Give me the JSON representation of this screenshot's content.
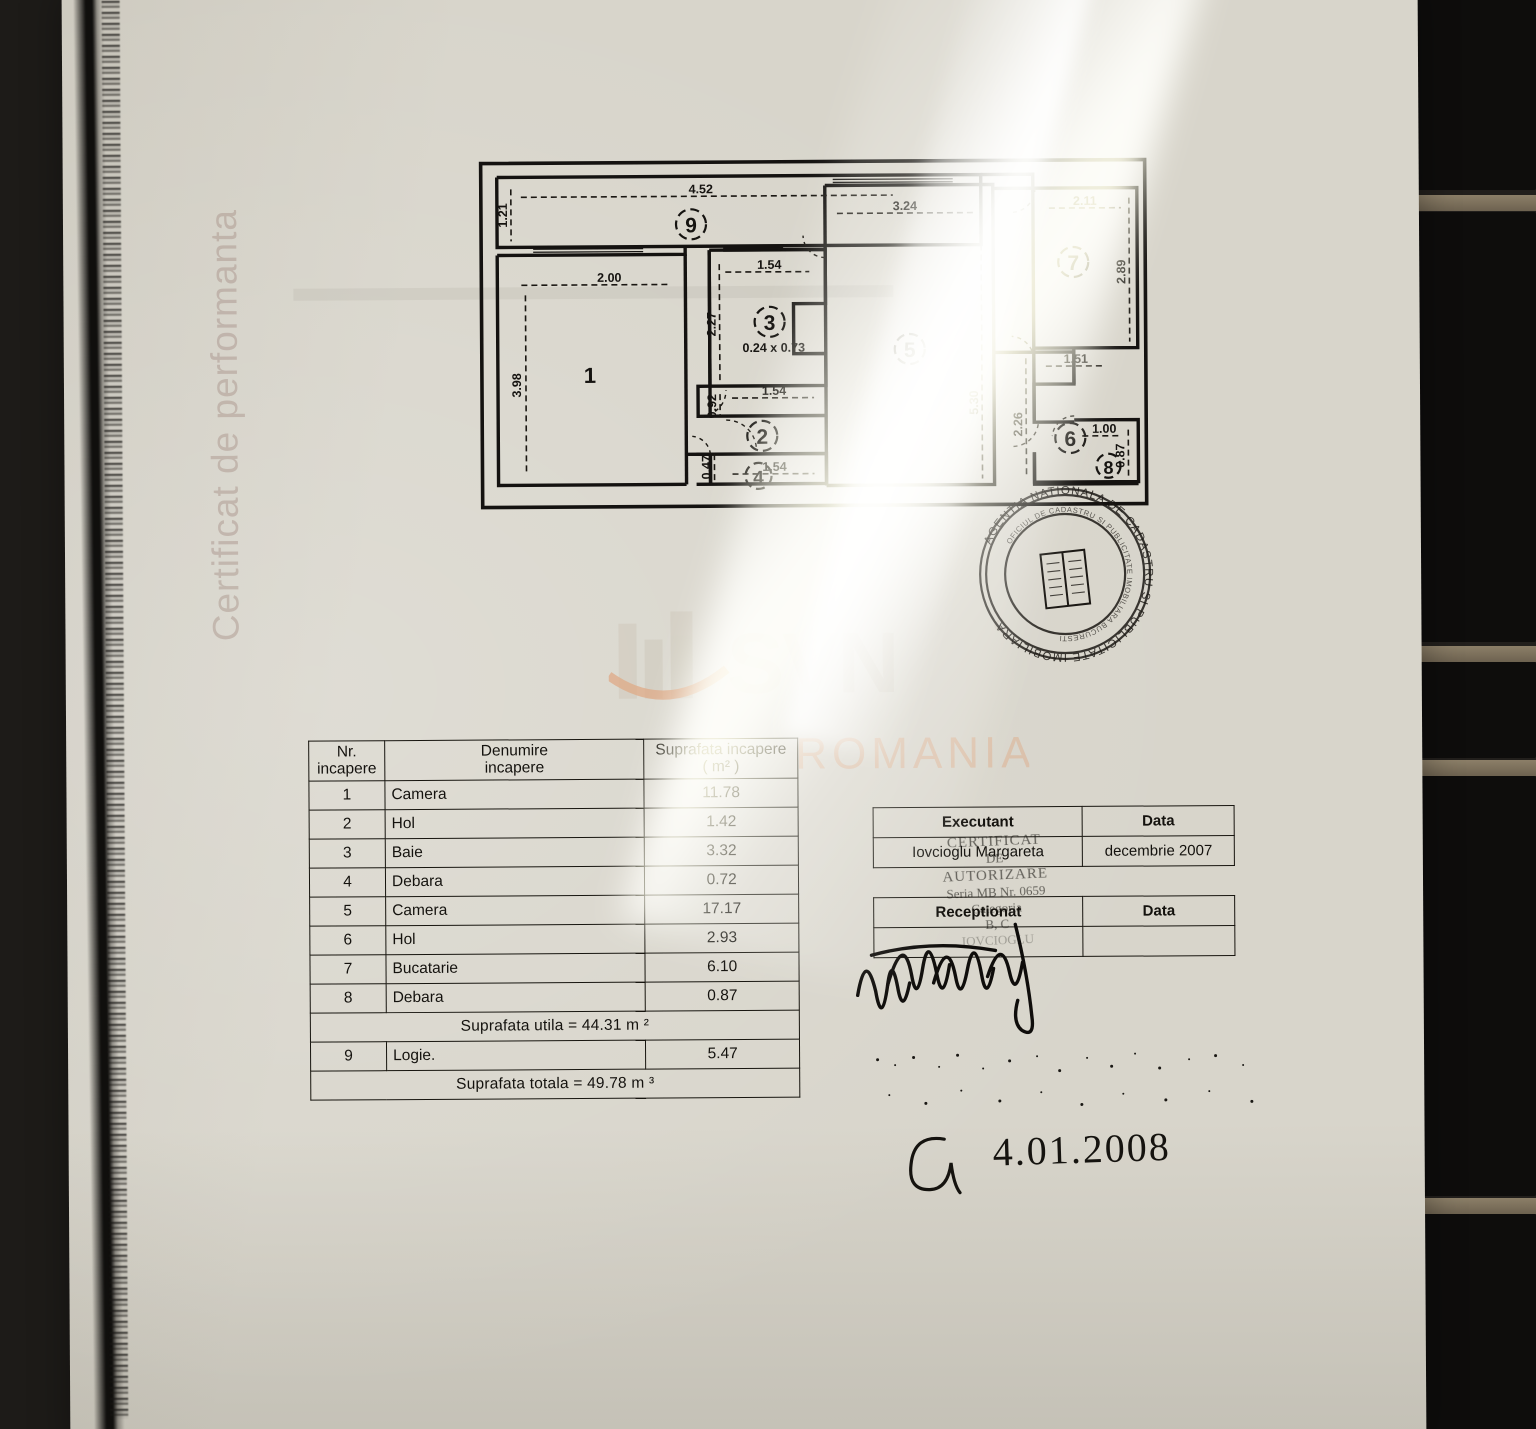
{
  "document": {
    "vertical_title": "Certificat de performanta",
    "handwritten_date": "4.01.2008"
  },
  "watermark": {
    "brand": "SVN",
    "sub": "ROMANIA",
    "accent_color": "#E2834A",
    "mark_color": "#CFC9BC"
  },
  "room_table": {
    "headers": {
      "nr": "Nr.",
      "nr2": "incapere",
      "name": "Denumire",
      "name2": "incapere",
      "area": "Suprafata incapere",
      "area2": "( m² )"
    },
    "rows": [
      {
        "nr": "1",
        "name": "Camera",
        "area": "11.78"
      },
      {
        "nr": "2",
        "name": "Hol",
        "area": "1.42"
      },
      {
        "nr": "3",
        "name": "Baie",
        "area": "3.32"
      },
      {
        "nr": "4",
        "name": "Debara",
        "area": "0.72"
      },
      {
        "nr": "5",
        "name": "Camera",
        "area": "17.17"
      },
      {
        "nr": "6",
        "name": "Hol",
        "area": "2.93"
      },
      {
        "nr": "7",
        "name": "Bucatarie",
        "area": "6.10"
      },
      {
        "nr": "8",
        "name": "Debara",
        "area": "0.87"
      }
    ],
    "utila_label": "Suprafata utila = 44.31 m ²",
    "logie": {
      "nr": "9",
      "name": "Logie.",
      "area": "5.47"
    },
    "totala_label": "Suprafata totala = 49.78 m ³"
  },
  "exec_table": {
    "executant_header": "Executant",
    "data_header": "Data",
    "executant_value": "Iovcioglu Margareta",
    "data_value": "decembrie 2007",
    "receptionat_header": "Receptionat",
    "receptionat_data_header": "Data",
    "receptionat_value": "",
    "receptionat_data_value": ""
  },
  "auth_stamp": {
    "line1": "CERTIFICAT",
    "line2": "DE",
    "line3": "AUTORIZARE",
    "line4": "Seria MB Nr. 0659",
    "line5": "Categoria",
    "line6": "B, C",
    "line7": "IOVCIOGLU"
  },
  "round_stamp": {
    "outer_text": "AGENTIA NATIONALA DE CADASTRU SI PUBLICITATE IMOBILIARA",
    "inner_text": "OFICIUL DE CADASTRU SI PUBLICITATE IMOBILIARA BUCURESTI"
  },
  "floorplan": {
    "room_numbers": [
      "1",
      "2",
      "3",
      "4",
      "5",
      "6",
      "7",
      "8",
      "9"
    ],
    "dimensions": {
      "logie_width": "4.52",
      "logie_height": "1.21",
      "camera1_width": "2.00",
      "camera1_height": "3.98",
      "baie_width": "1.54",
      "baie_height": "2.27",
      "baie_niche": "0.24 x 0.73",
      "hol2_width": "1.54",
      "hol2_height": "0.92",
      "debara4_width": "1.54",
      "debara4_height": "0.47",
      "camera5_width": "3.24",
      "camera5_height": "5.30",
      "bucatarie_width": "2.11",
      "bucatarie_height": "2.89",
      "hol6_width": "1.51",
      "hol6_height": "2.26",
      "debara8_width": "1.00",
      "debara8_height": "0.87"
    }
  }
}
